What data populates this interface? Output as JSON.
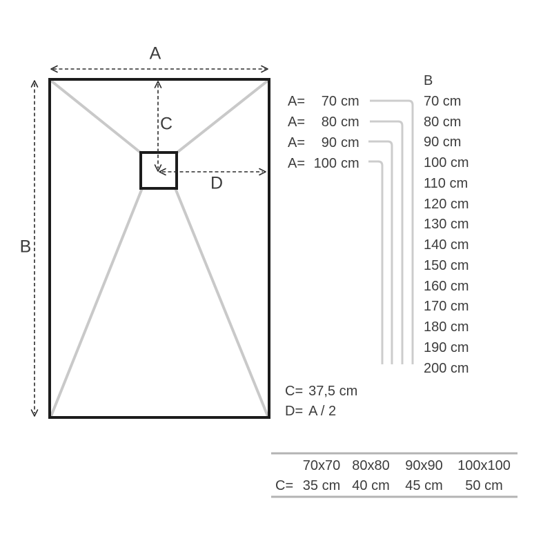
{
  "diagram": {
    "width_label": "A",
    "height_label": "B",
    "drain_depth_label": "C",
    "drain_offset_label": "D"
  },
  "width_options": [
    {
      "prefix": "A=",
      "value": "70",
      "unit": "cm"
    },
    {
      "prefix": "A=",
      "value": "80",
      "unit": "cm"
    },
    {
      "prefix": "A=",
      "value": "90",
      "unit": "cm"
    },
    {
      "prefix": "A=",
      "value": "100",
      "unit": "cm"
    }
  ],
  "length_list": {
    "header": "B",
    "values": [
      "70 cm",
      "80 cm",
      "90 cm",
      "100 cm",
      "110 cm",
      "120 cm",
      "130 cm",
      "140 cm",
      "150 cm",
      "160 cm",
      "170 cm",
      "180 cm",
      "190 cm",
      "200 cm"
    ]
  },
  "formulas": [
    {
      "label": "C=",
      "value": "37,5 cm"
    },
    {
      "label": "D=",
      "value": "A / 2"
    }
  ],
  "square_sizes_table": {
    "row_label": "C=",
    "headers": [
      "70x70",
      "80x80",
      "90x90",
      "100x100"
    ],
    "values": [
      "35 cm",
      "40 cm",
      "45 cm",
      "50 cm"
    ]
  },
  "colors": {
    "outline_black": "#1c1c1c",
    "slope_gray": "#c9c9c9",
    "leader_gray": "#cccccc",
    "rule_gray": "#b3b3b3",
    "arrow_dark": "#2b2b2b",
    "text": "#3c3c3c"
  }
}
